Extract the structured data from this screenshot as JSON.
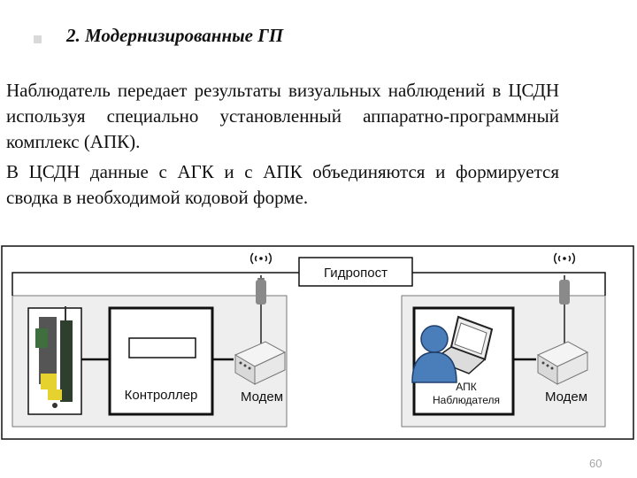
{
  "slide": {
    "heading": "2. Модернизированные ГП",
    "paragraph1": "Наблюдатель передает результаты визуальных наблюдений в ЦСДН используя специально установленный аппаратно-программный комплекс (АПК).",
    "paragraph2": "В ЦСДН данные с АГК и с АПК объединяются и формируется сводка в необходимой кодовой форме.",
    "page_number": "60"
  },
  "diagram": {
    "title": "Гидропост",
    "controller_label": "Контроллер",
    "modem_left_label": "Модем",
    "modem_right_label": "Модем",
    "apk_label_line1": "АПК",
    "apk_label_line2": "Наблюдателя"
  }
}
